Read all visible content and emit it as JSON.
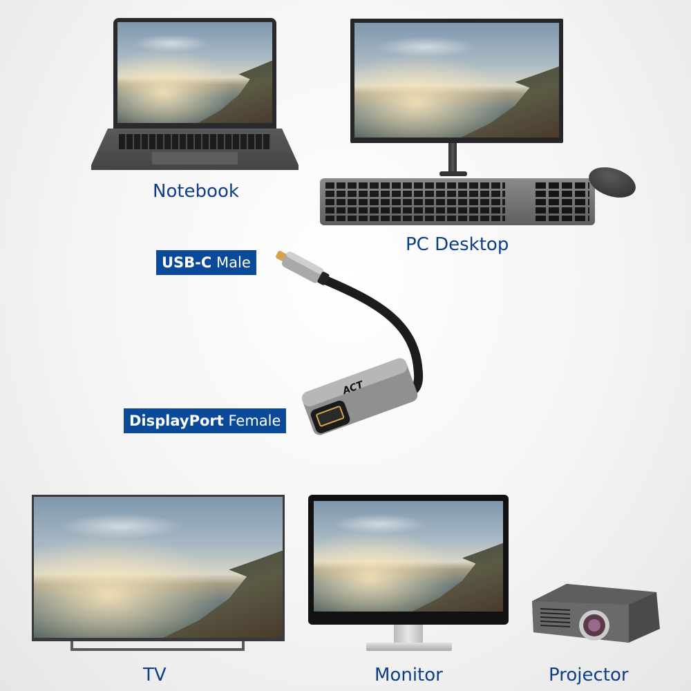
{
  "devices": {
    "notebook": {
      "label": "Notebook"
    },
    "pc_desktop": {
      "label": "PC Desktop"
    },
    "tv": {
      "label": "TV"
    },
    "monitor": {
      "label": "Monitor"
    },
    "projector": {
      "label": "Projector"
    }
  },
  "adapter": {
    "brand": "ACT",
    "usb_c": {
      "bold": "USB-C",
      "rest": "Male"
    },
    "displayport": {
      "bold": "DisplayPort",
      "rest": "Female"
    }
  },
  "colors": {
    "label_bg": "#0b4a98",
    "caption_text": "#0d3d86"
  }
}
